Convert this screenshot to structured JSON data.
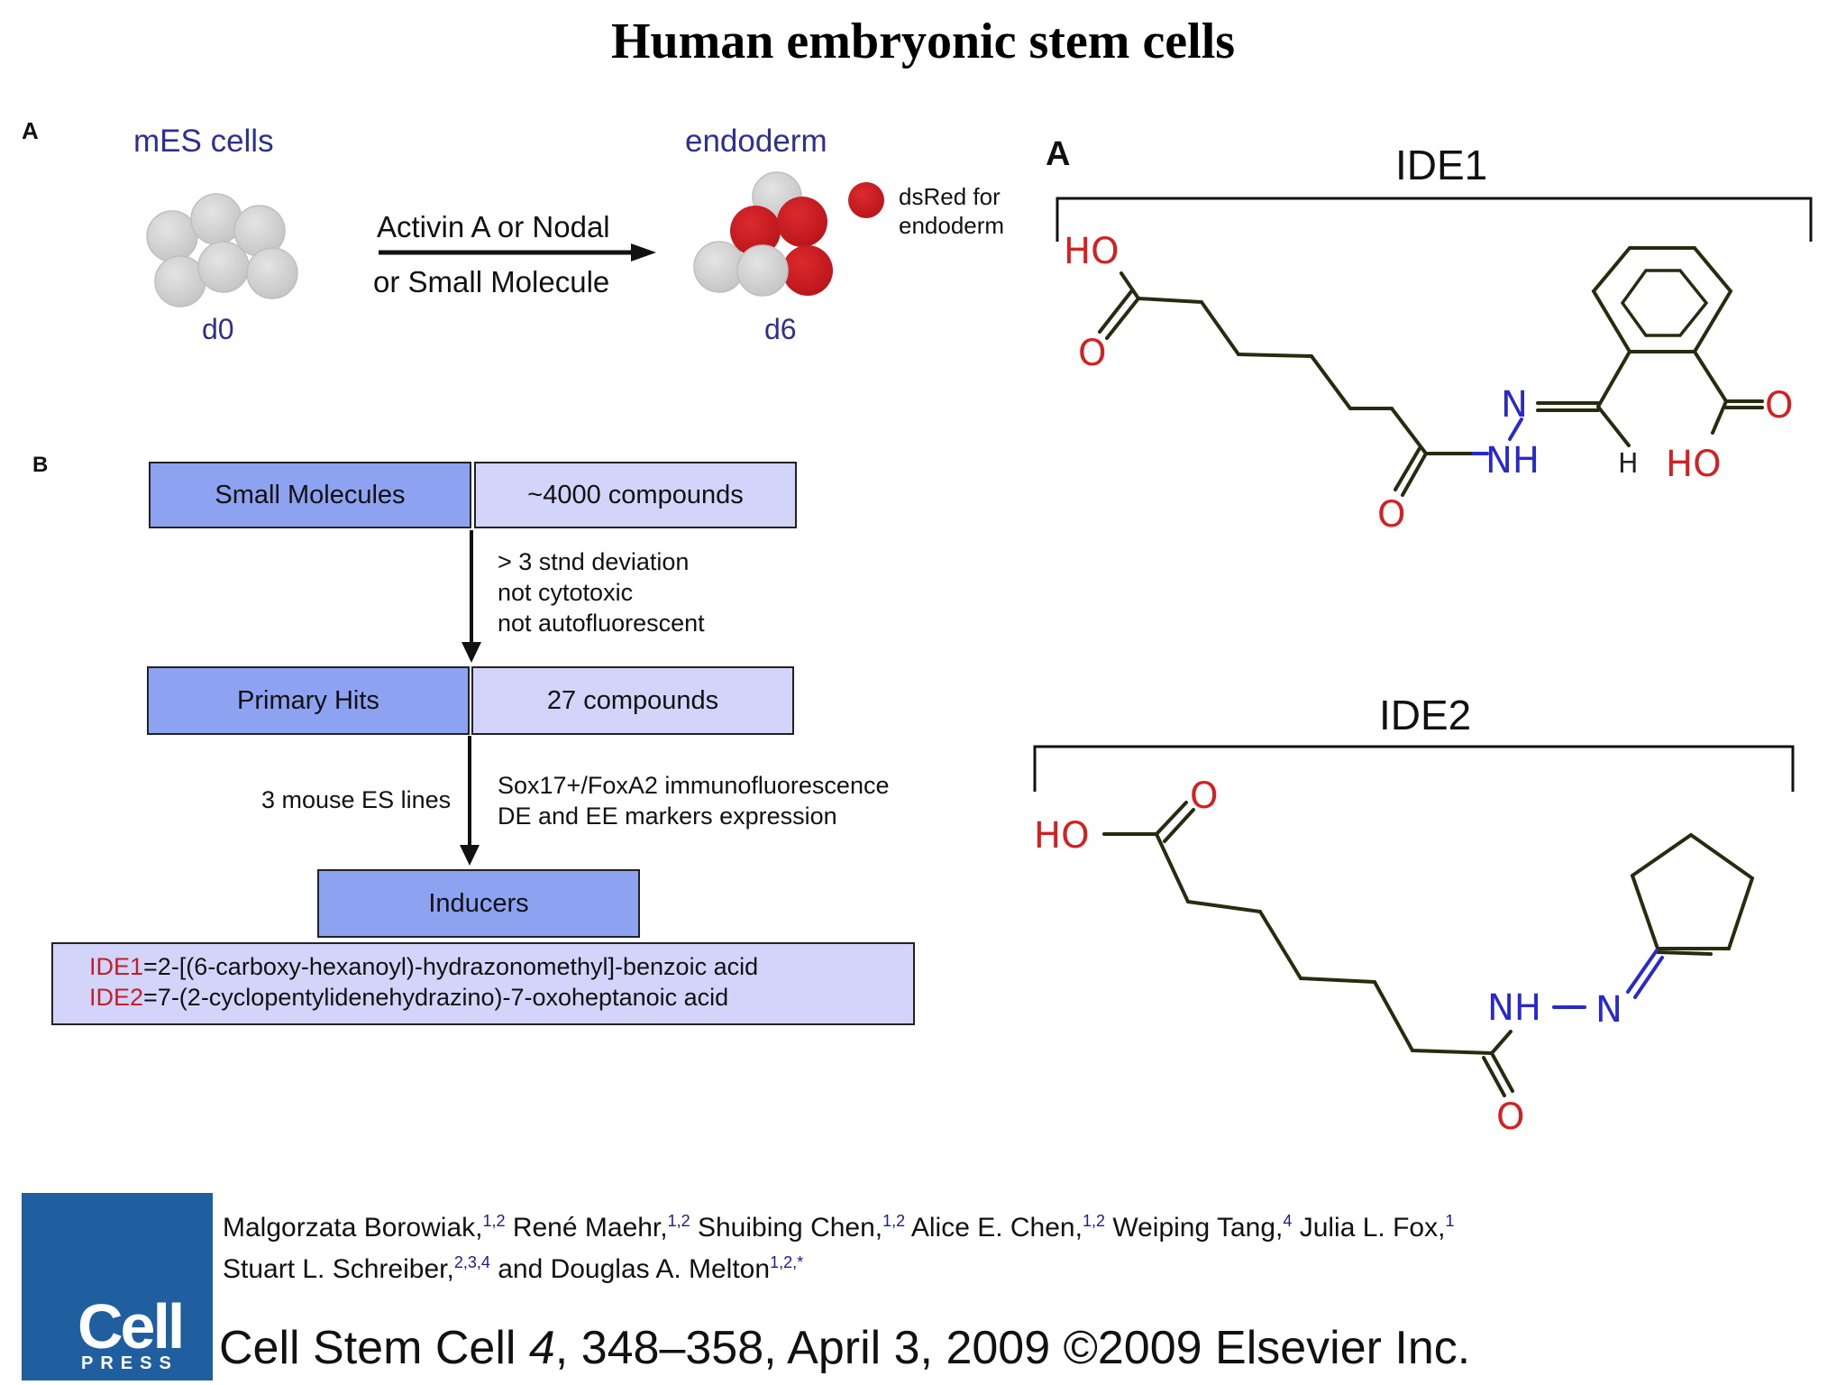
{
  "title": "Human embryonic stem cells",
  "panel_left": {
    "letter_a": "A",
    "letter_b": "B",
    "mes_label": "mES cells",
    "endoderm_label": "endoderm",
    "d0_label": "d0",
    "d6_label": "d6",
    "arrow_line1": "Activin A or Nodal",
    "arrow_line2": "or Small Molecule",
    "dsred_line1": "dsRed for",
    "dsred_line2": "endoderm",
    "colors": {
      "cell_grey": "#d3d3d3",
      "cell_red": "#cc1f25",
      "label_blue": "#2e2f8f"
    }
  },
  "flow": {
    "small_molecules": "Small Molecules",
    "compounds_4000": "~4000 compounds",
    "criteria": [
      "> 3 stnd deviation",
      "not cytotoxic",
      "not autofluorescent"
    ],
    "primary_hits": "Primary Hits",
    "compounds_27": "27 compounds",
    "mouse_lines": "3 mouse ES lines",
    "validation": [
      "Sox17+/FoxA2 immunofluorescence",
      "DE and EE markers expression"
    ],
    "inducers": "Inducers",
    "ide1_name": "IDE1",
    "ide1_desc": "=2-[(6-carboxy-hexanoyl)-hydrazonomethyl]-benzoic acid",
    "ide2_name": "IDE2",
    "ide2_desc": "=7-(2-cyclopentylidenehydrazino)-7-oxoheptanoic acid",
    "colors": {
      "dark_box": "#8ea2f2",
      "light_box": "#d3d4fa",
      "name_red": "#c0202a"
    }
  },
  "panel_right": {
    "letter_a": "A",
    "ide1_label": "IDE1",
    "ide2_label": "IDE2",
    "atoms": {
      "ho": "HO",
      "o": "O",
      "n": "N",
      "nh": "NH",
      "h": "H",
      "nh_dash_n_nh": "NH",
      "n2": "N"
    },
    "colors": {
      "oxygen": "#d42020",
      "nitrogen": "#2a2acc",
      "bond": "#2a2a10"
    }
  },
  "footer": {
    "authors_line1": [
      {
        "name": "Malgorzata Borowiak,",
        "sup": "1,2"
      },
      {
        "name": " René Maehr,",
        "sup": "1,2"
      },
      {
        "name": " Shuibing Chen,",
        "sup": "1,2"
      },
      {
        "name": " Alice E. Chen,",
        "sup": "1,2"
      },
      {
        "name": " Weiping Tang,",
        "sup": "4"
      },
      {
        "name": " Julia L. Fox,",
        "sup": "1"
      }
    ],
    "authors_line2": [
      {
        "name": "Stuart L. Schreiber,",
        "sup": "2,3,4"
      },
      {
        "name": " and Douglas A. Melton",
        "sup": "1,2,*"
      }
    ],
    "citation_journal": "Cell Stem Cell ",
    "citation_volume": "4",
    "citation_rest": ", 348–358, April 3, 2009 ©2009 Elsevier Inc.",
    "logo_cell": "Cell",
    "logo_press": "PRESS",
    "colors": {
      "logo_bg": "#1f5fa0"
    }
  }
}
